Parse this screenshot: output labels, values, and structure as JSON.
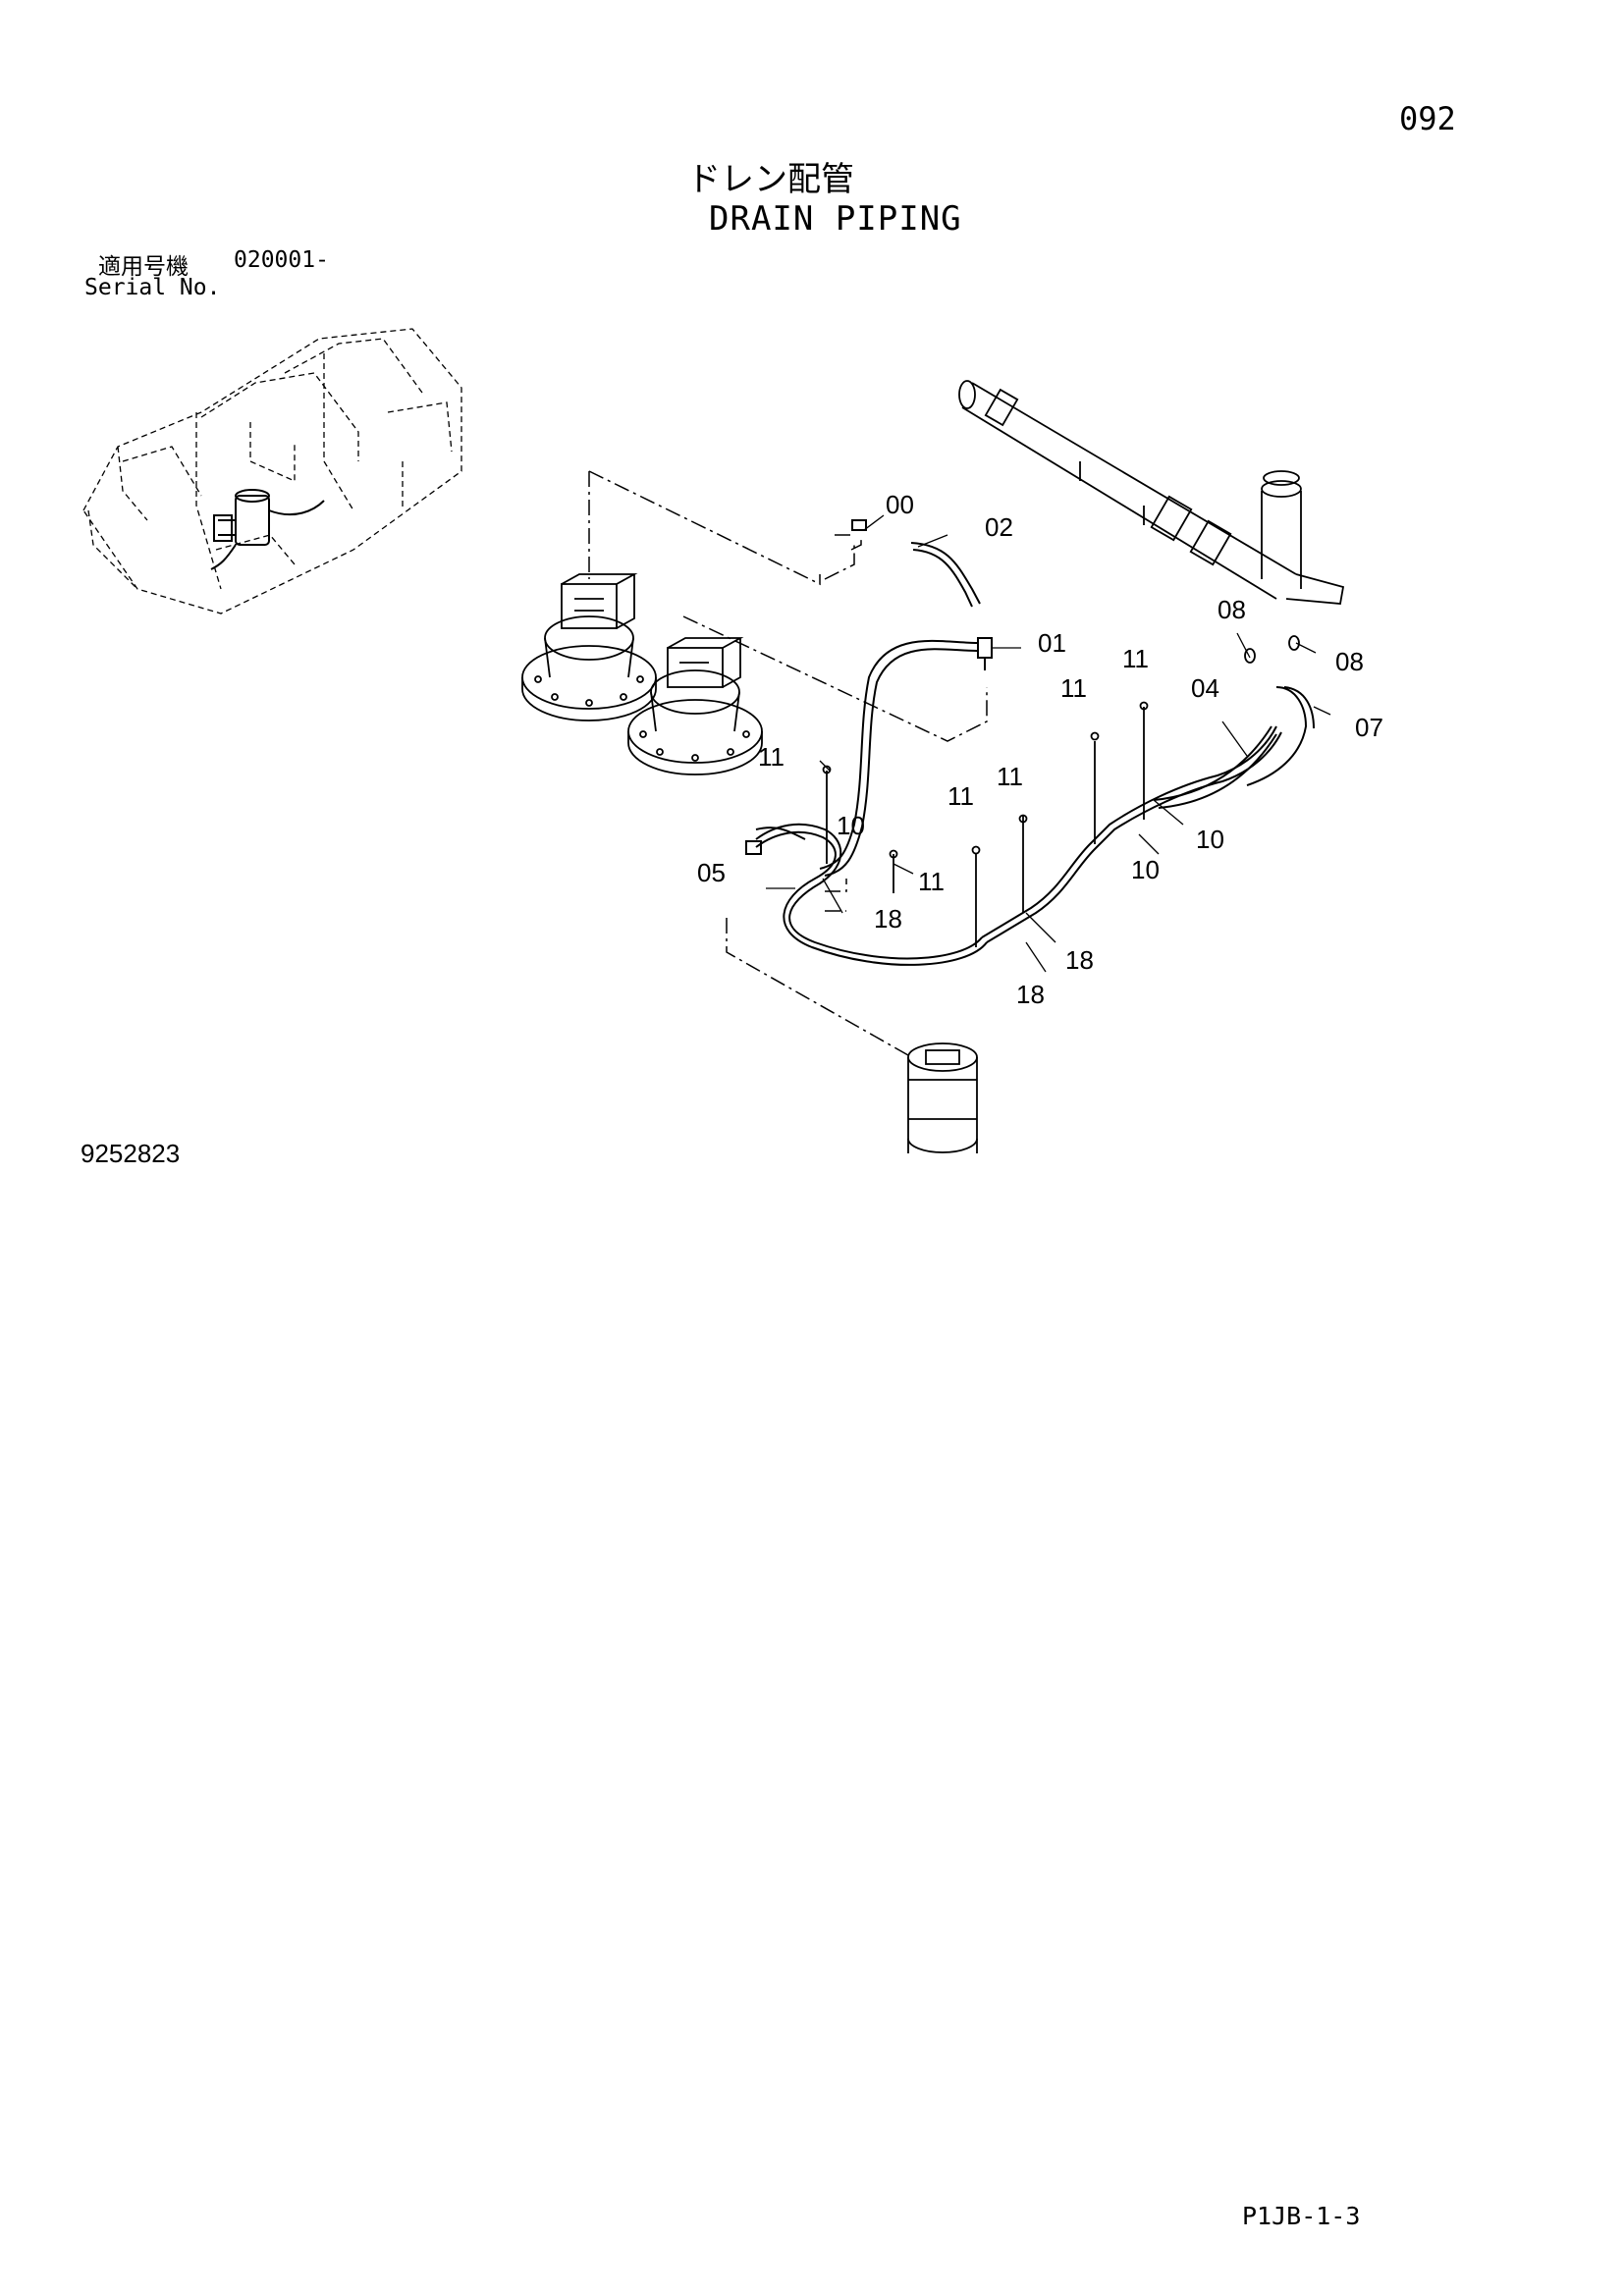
{
  "header": {
    "page_number": "092",
    "title_jp": "ドレン配管",
    "title_en": "DRAIN PIPING"
  },
  "serial": {
    "label_jp": "適用号機",
    "range": "020001-",
    "label_en": "Serial No."
  },
  "drawing_number": "9252823",
  "footer": {
    "code": "P1JB-1-3"
  },
  "callouts": {
    "c00": "00",
    "c02": "02",
    "c01": "01",
    "c08a": "08",
    "c08b": "08",
    "c11a": "11",
    "c11b": "11",
    "c04": "04",
    "c07": "07",
    "c11c": "11",
    "c10a": "10",
    "c11d": "11",
    "c11e": "11",
    "c10b": "10",
    "c10c": "10",
    "c05": "05",
    "c11f": "11",
    "c18a": "18",
    "c18b": "18",
    "c18c": "18"
  }
}
